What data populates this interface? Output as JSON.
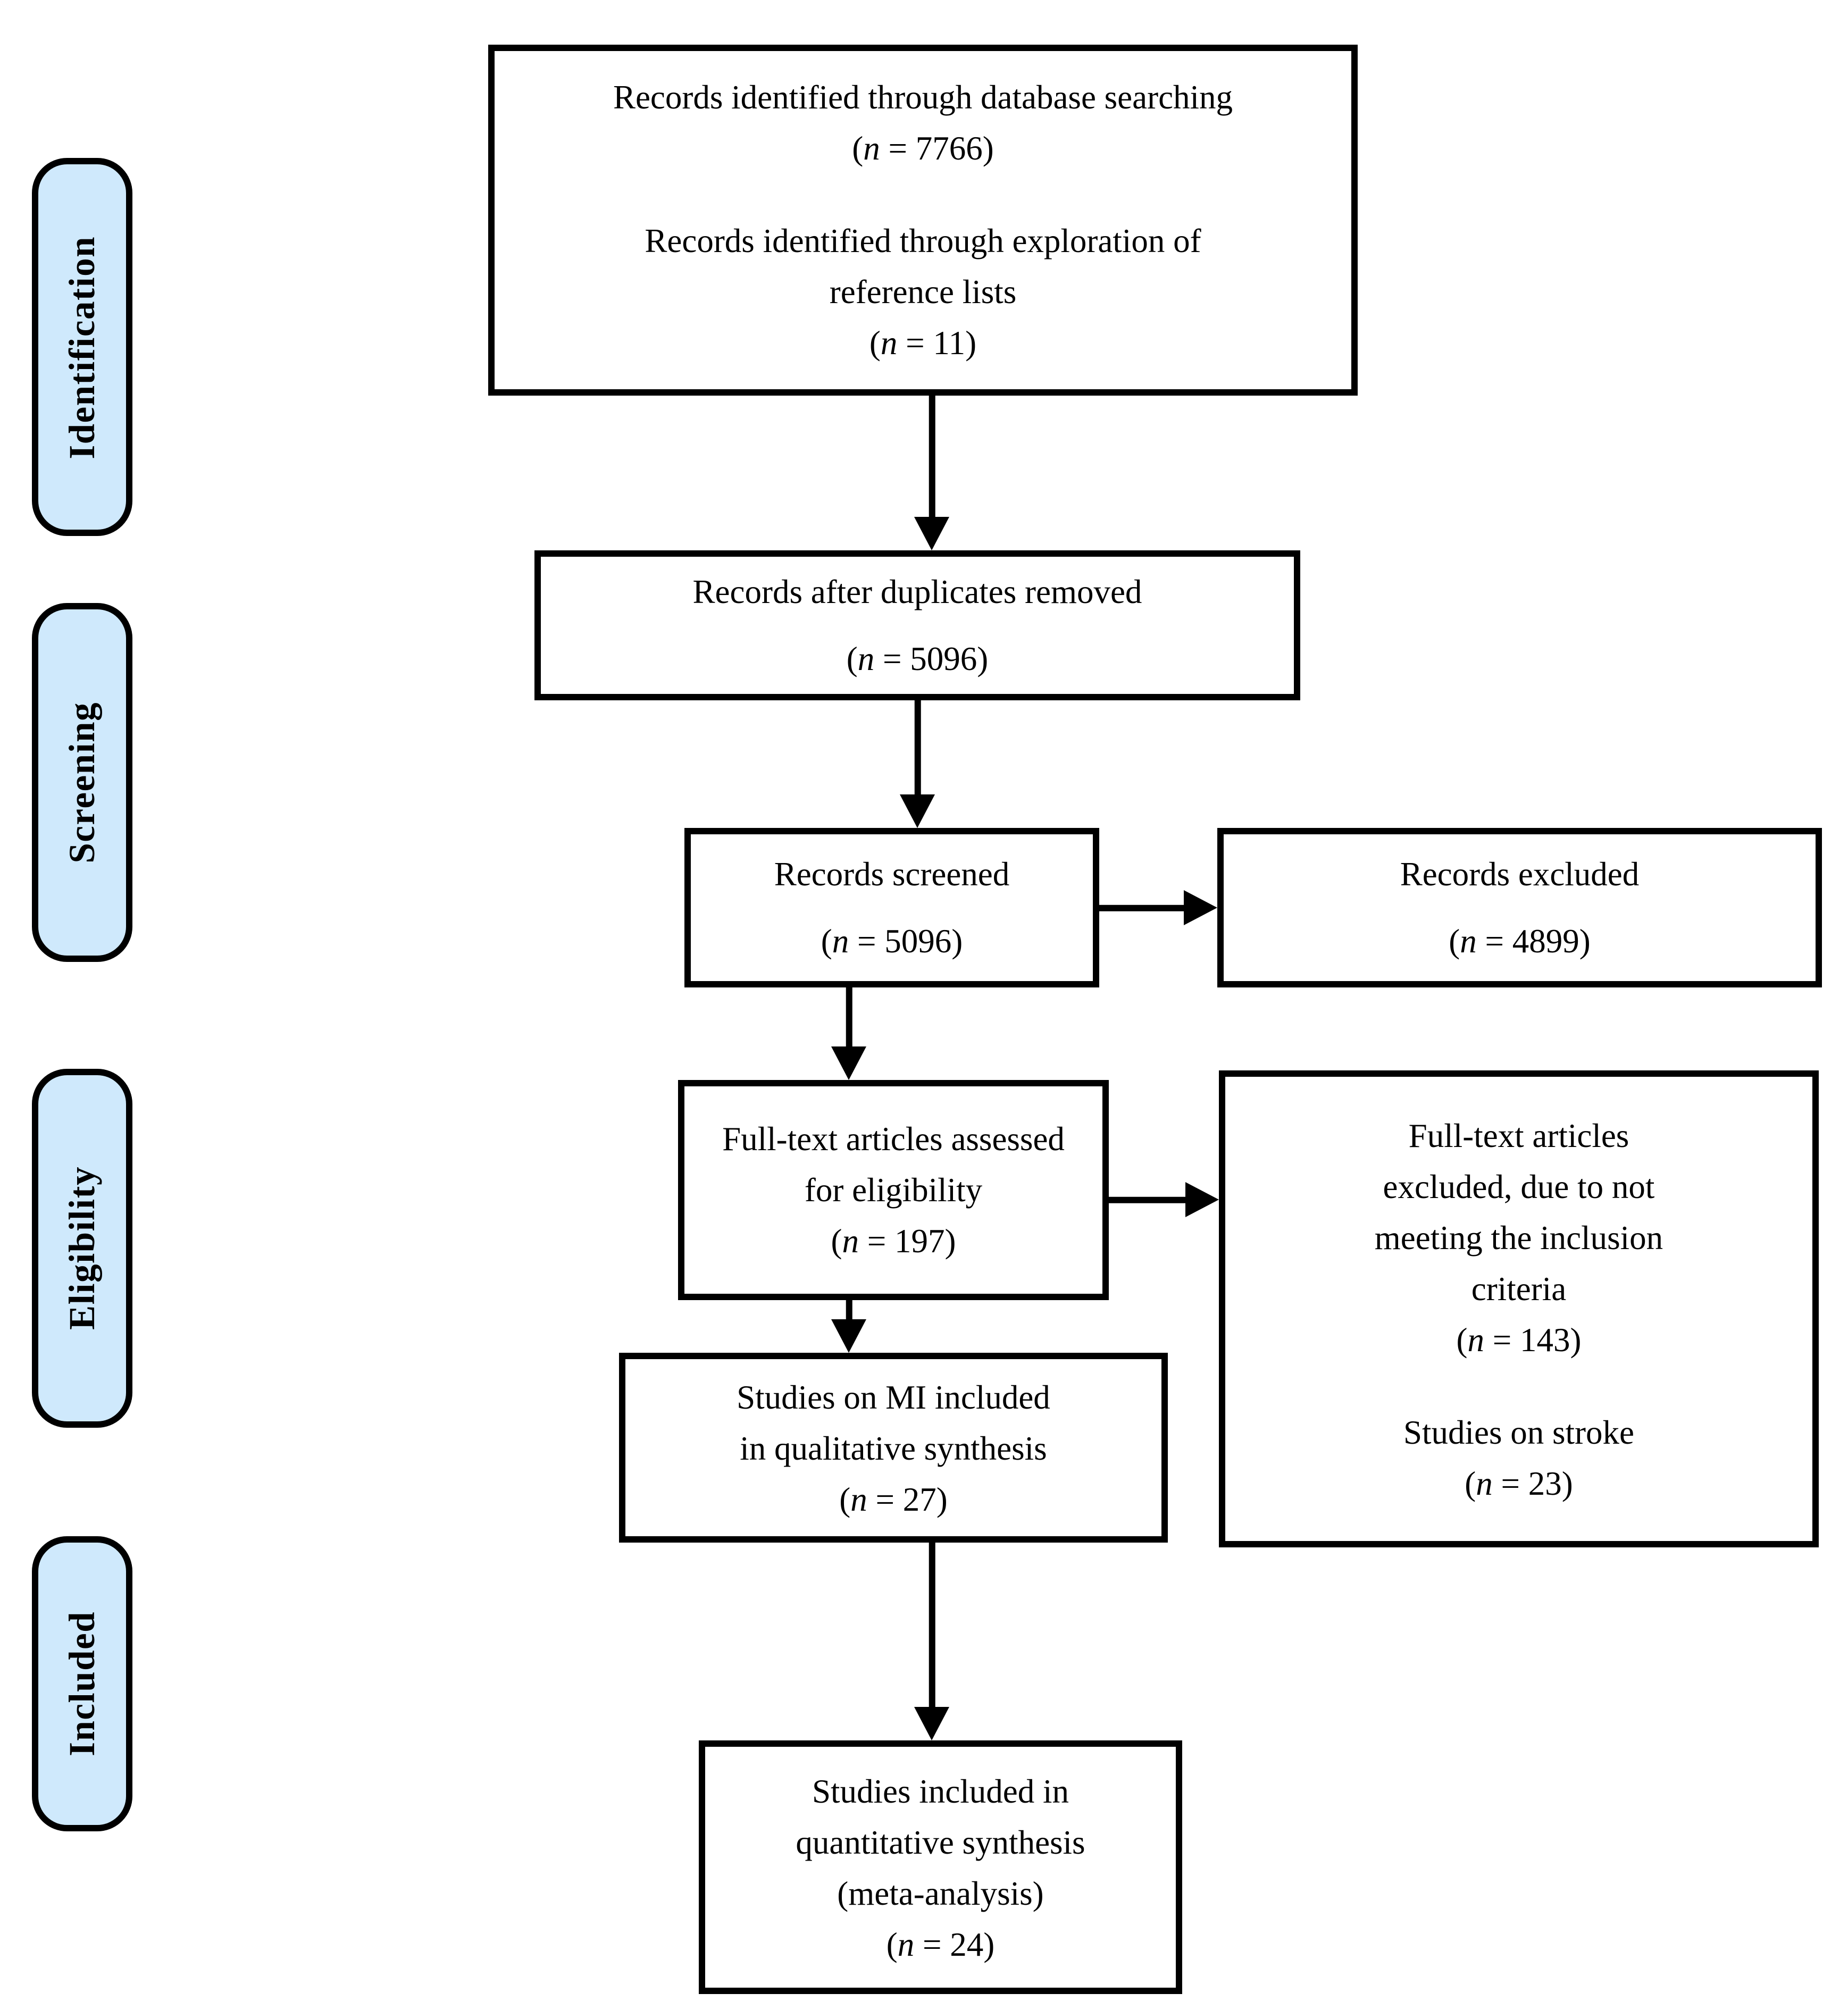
{
  "figure": {
    "type": "prisma-flow-diagram",
    "background": "#ffffff",
    "text_color": "#000000"
  },
  "sidebar": {
    "fill": "#cfe9fc",
    "border_color": "#000000",
    "labels": [
      {
        "id": "identification",
        "label": "Identification"
      },
      {
        "id": "screening",
        "label": "Screening"
      },
      {
        "id": "eligibility",
        "label": "Eligibility"
      },
      {
        "id": "included",
        "label": "Included"
      }
    ]
  },
  "boxes": [
    {
      "id": "records-identified",
      "lines": [
        "Records identified through database searching",
        "(n = 7766)",
        "",
        "Records identified through exploration of",
        "reference lists",
        "(n = 11)"
      ]
    },
    {
      "id": "duplicates-removed",
      "lines": [
        "Records after duplicates removed",
        "(n = 5096)"
      ]
    },
    {
      "id": "records-screened",
      "lines": [
        "Records screened",
        "(n = 5096)"
      ]
    },
    {
      "id": "records-excluded",
      "lines": [
        "Records excluded",
        "(n = 4899)"
      ]
    },
    {
      "id": "fulltext-assessed",
      "lines": [
        "Full-text articles assessed",
        "for eligibility",
        "(n = 197)"
      ]
    },
    {
      "id": "fulltext-excluded",
      "lines": [
        "Full-text articles",
        "excluded, due to not",
        "meeting the inclusion",
        "criteria",
        "(n = 143)",
        "",
        "Studies on stroke",
        "(n = 23)"
      ]
    },
    {
      "id": "qualitative-synthesis",
      "lines": [
        "Studies on MI included",
        "in qualitative synthesis",
        "(n = 27)"
      ]
    },
    {
      "id": "quantitative-synthesis",
      "lines": [
        "Studies included in",
        "quantitative synthesis",
        "(meta-analysis)",
        "(n = 24)"
      ]
    }
  ]
}
